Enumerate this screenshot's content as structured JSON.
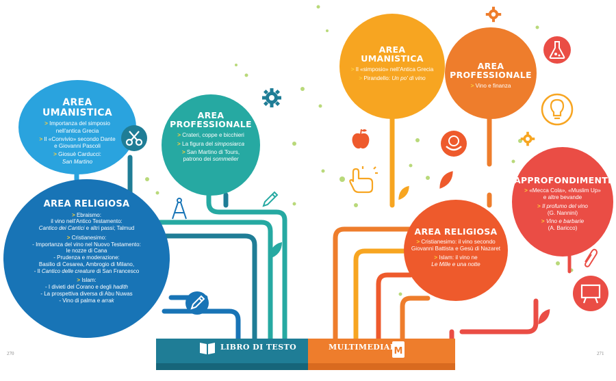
{
  "left": {
    "humanities": {
      "title_1": "AREA",
      "title_2": "UMANISTICA",
      "items": [
        {
          "a": "Importanza del simposio",
          "b": "nell'antica Grecia"
        },
        {
          "a": "Il «Convivio» secondo Dante",
          "b": "e Giovanni Pascoli"
        },
        {
          "a": "Giosuè Carducci:",
          "b": "San Martino"
        }
      ]
    },
    "professional": {
      "title_1": "AREA",
      "title_2": "PROFESSIONALE",
      "items": [
        {
          "a": "Crateri, coppe e  bicchieri"
        },
        {
          "a": "La figura del ",
          "a_it": "simposiarca"
        },
        {
          "a": "San Martino di Tours,",
          "b": "patrono dei ",
          "b_it": "sommelier"
        }
      ]
    },
    "religious": {
      "title": "AREA RELIGIOSA",
      "ebraismo_head": "Ebraismo:",
      "ebraismo_1": "il vino nell'Antico Testamento:",
      "ebraismo_2_it": "Cantico dei Cantici",
      "ebraismo_2_rest": " e altri passi; Talmud",
      "crist_head": "Cristianesimo:",
      "crist_1": "- Importanza del vino nel Nuovo Testamento:",
      "crist_2": "le nozze di Cana",
      "crist_3": "- Prudenza e moderazione:",
      "crist_4": "Basilio di Cesarea, Ambrogio di Milano,",
      "crist_5_a": "- Il ",
      "crist_5_it": "Cantico delle creature",
      "crist_5_b": " di San Francesco",
      "islam_head": "Islam:",
      "islam_1_a": "- I divieti del Corano e degli ",
      "islam_1_it": "hadith",
      "islam_2": "-  La prospettiva diversa di Abu Nuwas",
      "islam_3_a": "-  Vino di palma e ",
      "islam_3_it": "arrak"
    }
  },
  "right": {
    "humanities": {
      "title_1": "AREA",
      "title_2": "UMANISTICA",
      "items": [
        {
          "a": "Il «simposio» nell'Antica Grecia"
        },
        {
          "a": "Pirandello: ",
          "a_it": "Un po' di vino"
        }
      ]
    },
    "professional": {
      "title_1": "AREA",
      "title_2": "PROFESSIONALE",
      "items": [
        {
          "a": "Vino e finanza"
        }
      ]
    },
    "religious": {
      "title": "AREA RELIGIOSA",
      "items": [
        {
          "a": "Cristianesimo: il vino secondo",
          "b": "Giovanni Battista e Gesù di Nazaret"
        },
        {
          "a": "Islam: il vino ne",
          "b_it": "Le Mille e una notte"
        }
      ]
    },
    "deepening": {
      "title": "APPROFONDIMENTI",
      "items": [
        {
          "a": "«Mecca Cola», «Muslim Up»",
          "b": "e altre bevande"
        },
        {
          "a_it": "Il profumo del vino",
          "b": "(G. Nannini)"
        },
        {
          "a_it": "Vino e barbarie",
          "b": "(A. Baricco)"
        }
      ]
    }
  },
  "footer": {
    "left_label": "LIBRO DI TESTO",
    "right_label": "MULTIMEDIALE",
    "page_left": "270",
    "page_right": "271"
  },
  "colors": {
    "teal": "#26a9a2",
    "dark_teal": "#1f7d96",
    "light_blue": "#2aa3de",
    "dark_blue": "#1874b6",
    "orange": "#f7a521",
    "dark_orange": "#ee7d2c",
    "red_orange": "#ee5a2c",
    "red": "#ea4d45",
    "lime": "#a6c63a"
  },
  "icons": [
    "scissors-icon",
    "compass-icon",
    "pencil-icon",
    "gear-icon",
    "apple-icon",
    "pointer-hand-icon",
    "globe-hands-icon",
    "flask-icon",
    "lightbulb-icon",
    "paperclip-icon",
    "presentation-board-icon",
    "book-icon",
    "tablet-icon",
    "leaf-icon"
  ]
}
